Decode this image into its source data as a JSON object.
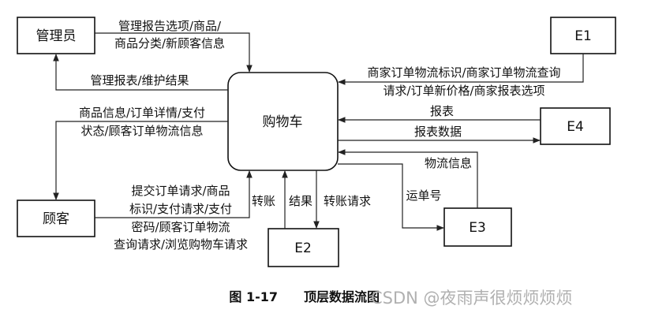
{
  "nodes": {
    "admin": "管理员",
    "cart": "购物车",
    "customer": "顾客",
    "e1": "E1",
    "e2": "E2",
    "e3": "E3",
    "e4": "E4"
  },
  "flows": {
    "admin_to_cart": [
      "管理报告选项/商品/",
      "商品分类/新顾客信息"
    ],
    "cart_to_admin": [
      "管理报表/维护结果"
    ],
    "cart_to_customer": [
      "商品信息/订单详情/支付",
      "状态/顾客订单物流信息"
    ],
    "customer_to_cart": [
      "提交订单请求/商品",
      "标识/支付请求/支付",
      "密码/顾客订单物流",
      "查询请求/浏览购物车请求"
    ],
    "e1_to_cart": [
      "商家订单物流标识/商家订单物流查询",
      "请求/订单新价格/商家报表选项"
    ],
    "e4_to_cart": [
      "报表"
    ],
    "cart_to_e4": [
      "报表数据"
    ],
    "e3_to_cart": [
      "物流信息"
    ],
    "cart_to_e3": [
      "运单号"
    ],
    "e2_transfer": "转账",
    "e2_result": "结果",
    "cart_to_e2": "转账请求"
  },
  "caption": {
    "number": "图 1-17",
    "title": "顶层数据流图"
  },
  "watermark": "CSDN @夜雨声很烦烦烦烦"
}
